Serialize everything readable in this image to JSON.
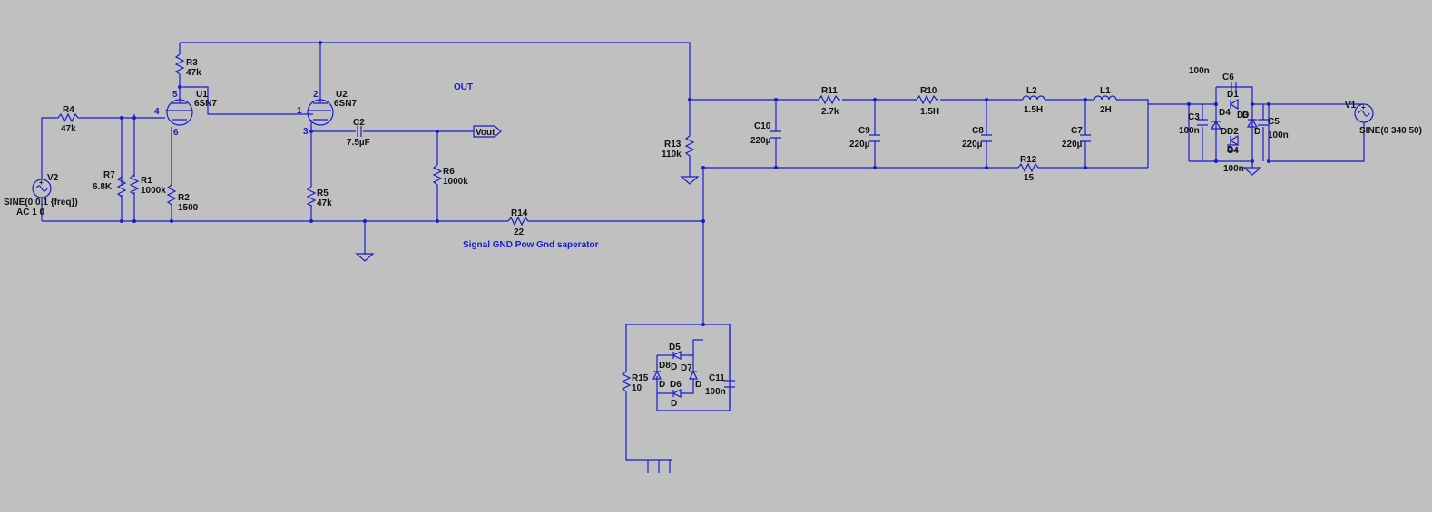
{
  "net_labels": {
    "out": "OUT",
    "vout": "Vout",
    "note": "Signal GND Pow Gnd saperator"
  },
  "parts": {
    "R4": {
      "name": "R4",
      "value": "47k"
    },
    "R3": {
      "name": "R3",
      "value": "47k"
    },
    "R7": {
      "name": "R7",
      "value": "6.8K"
    },
    "R1": {
      "name": "R1",
      "value": "1000k"
    },
    "R2": {
      "name": "R2",
      "value": "1500"
    },
    "R5": {
      "name": "R5",
      "value": "47k"
    },
    "R6": {
      "name": "R6",
      "value": "1000k"
    },
    "R14": {
      "name": "R14",
      "value": "22"
    },
    "R13": {
      "name": "R13",
      "value": "110k"
    },
    "R11": {
      "name": "R11",
      "value": "2.7k"
    },
    "R10": {
      "name": "R10",
      "value": "1.5H"
    },
    "R12": {
      "name": "R12",
      "value": "15"
    },
    "R15": {
      "name": "R15",
      "value": "10"
    },
    "L2": {
      "name": "L2",
      "value": "1.5H"
    },
    "L1": {
      "name": "L1",
      "value": "2H"
    },
    "C2": {
      "name": "C2",
      "value": "7.5µF"
    },
    "C10": {
      "name": "C10",
      "value": "220µ"
    },
    "C9": {
      "name": "C9",
      "value": "220µ"
    },
    "C8": {
      "name": "C8",
      "value": "220µ"
    },
    "C7": {
      "name": "C7",
      "value": "220µ"
    },
    "C3": {
      "name": "C3",
      "value": "100n"
    },
    "C5": {
      "name": "C5",
      "value": "100n"
    },
    "C6": {
      "name": "C6",
      "value": "100n"
    },
    "C4": {
      "name": "C4",
      "value": "100n"
    },
    "C11": {
      "name": "C11",
      "value": "100n"
    },
    "U1": {
      "name": "U1",
      "value": "6SN7"
    },
    "U2": {
      "name": "U2",
      "value": "6SN7"
    },
    "V1": {
      "name": "V1",
      "value": "SINE(0 340 50)"
    },
    "V2": {
      "name": "V2",
      "value": "SINE(0 0.1 {freq})",
      "value2": "AC 1 0"
    },
    "D1": {
      "name": "D1",
      "value": "D"
    },
    "D2": {
      "name": "D2",
      "value": "D"
    },
    "D3": {
      "name": "D3",
      "value": "D"
    },
    "D4": {
      "name": "D4",
      "value": "D"
    },
    "D5": {
      "name": "D5",
      "value": "D"
    },
    "D6": {
      "name": "D6",
      "value": "D"
    },
    "D7": {
      "name": "D7",
      "value": "D"
    },
    "D8": {
      "name": "D8",
      "value": "D"
    }
  },
  "pins": {
    "u1_5": "5",
    "u1_4": "4",
    "u1_6": "6",
    "u2_2": "2",
    "u2_1": "1",
    "u2_3": "3"
  }
}
